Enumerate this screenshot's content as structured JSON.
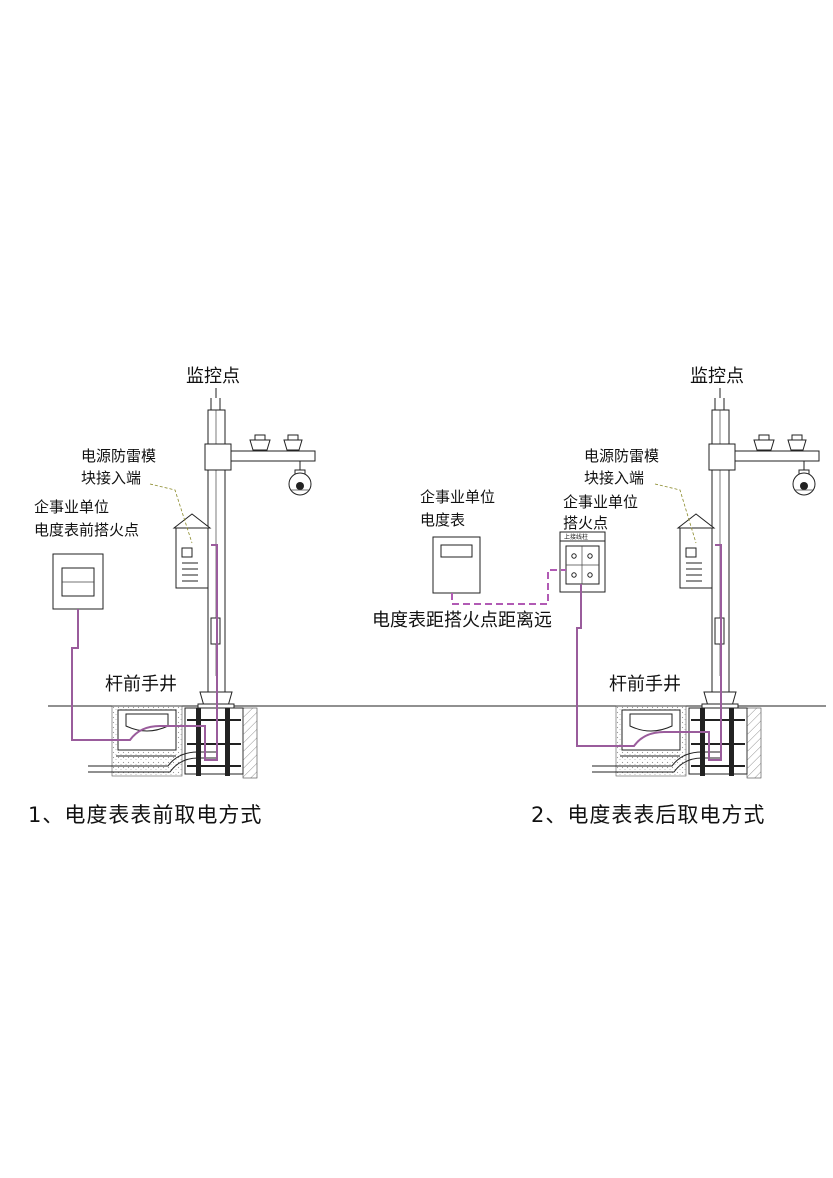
{
  "diagram_a": {
    "monitor_point": "监控点",
    "surge_module_line1": "电源防雷模",
    "surge_module_line2": "块接入端",
    "tap_point_line1": "企事业单位",
    "tap_point_line2": "电度表前搭火点",
    "hand_well": "杆前手井",
    "caption": "1、电度表表前取电方式"
  },
  "diagram_b": {
    "monitor_point": "监控点",
    "surge_module_line1": "电源防雷模",
    "surge_module_line2": "块接入端",
    "meter_line1": "企事业单位",
    "meter_line2": "电度表",
    "tap_point_line1": "企事业单位",
    "tap_point_line2": "搭火点",
    "panel_header": "上接线柱",
    "distance_note": "电度表距搭火点距离远",
    "hand_well": "杆前手井",
    "caption": "2、电度表表后取电方式"
  },
  "colors": {
    "wire": "#9a5c9c",
    "ground": "#222222"
  }
}
